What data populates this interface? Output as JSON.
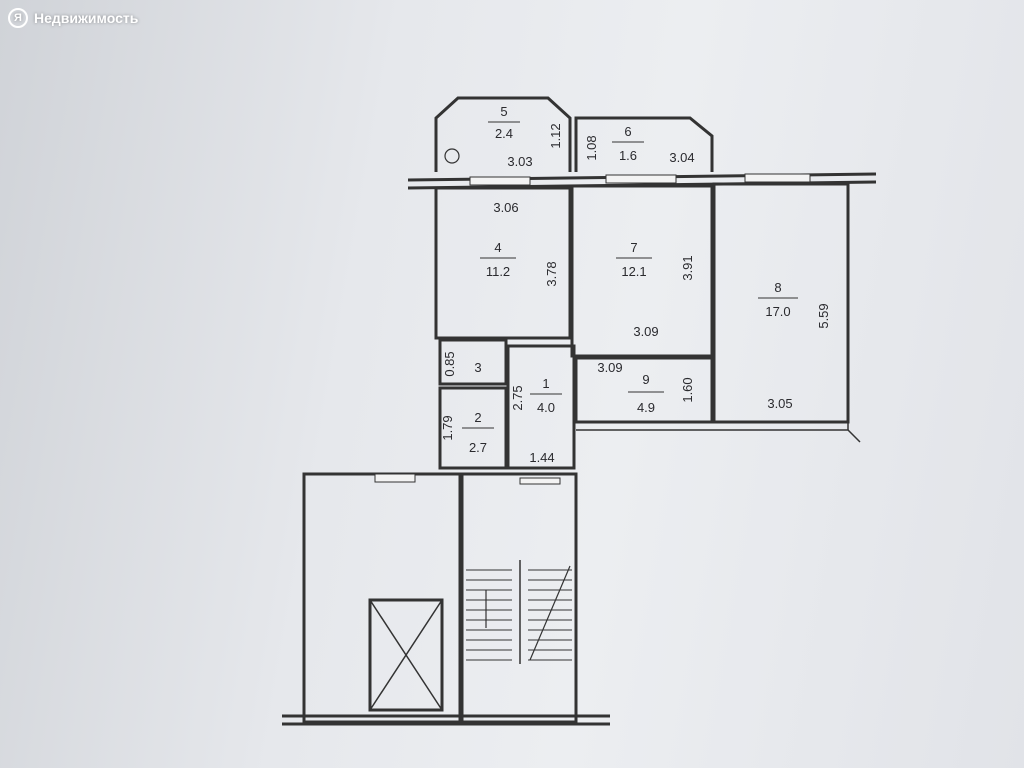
{
  "watermark": {
    "logo_mark": "Я",
    "brand_text": "Недвижимость"
  },
  "rooms": [
    {
      "number": "5",
      "area": "2.4"
    },
    {
      "number": "6",
      "area": "1.6"
    },
    {
      "number": "4",
      "area": "11.2"
    },
    {
      "number": "7",
      "area": "12.1"
    },
    {
      "number": "8",
      "area": "17.0"
    },
    {
      "number": "3",
      "area": ""
    },
    {
      "number": "1",
      "area": "4.0"
    },
    {
      "number": "2",
      "area": "2.7"
    },
    {
      "number": "9",
      "area": "4.9"
    }
  ],
  "dimensions": [
    "1.12",
    "3.03",
    "1.08",
    "3.04",
    "3.06",
    "3.78",
    "3.91",
    "3.09",
    "5.59",
    "0.85",
    "2.75",
    "3.09",
    "1.60",
    "1.79",
    "1.44",
    "3.05"
  ]
}
